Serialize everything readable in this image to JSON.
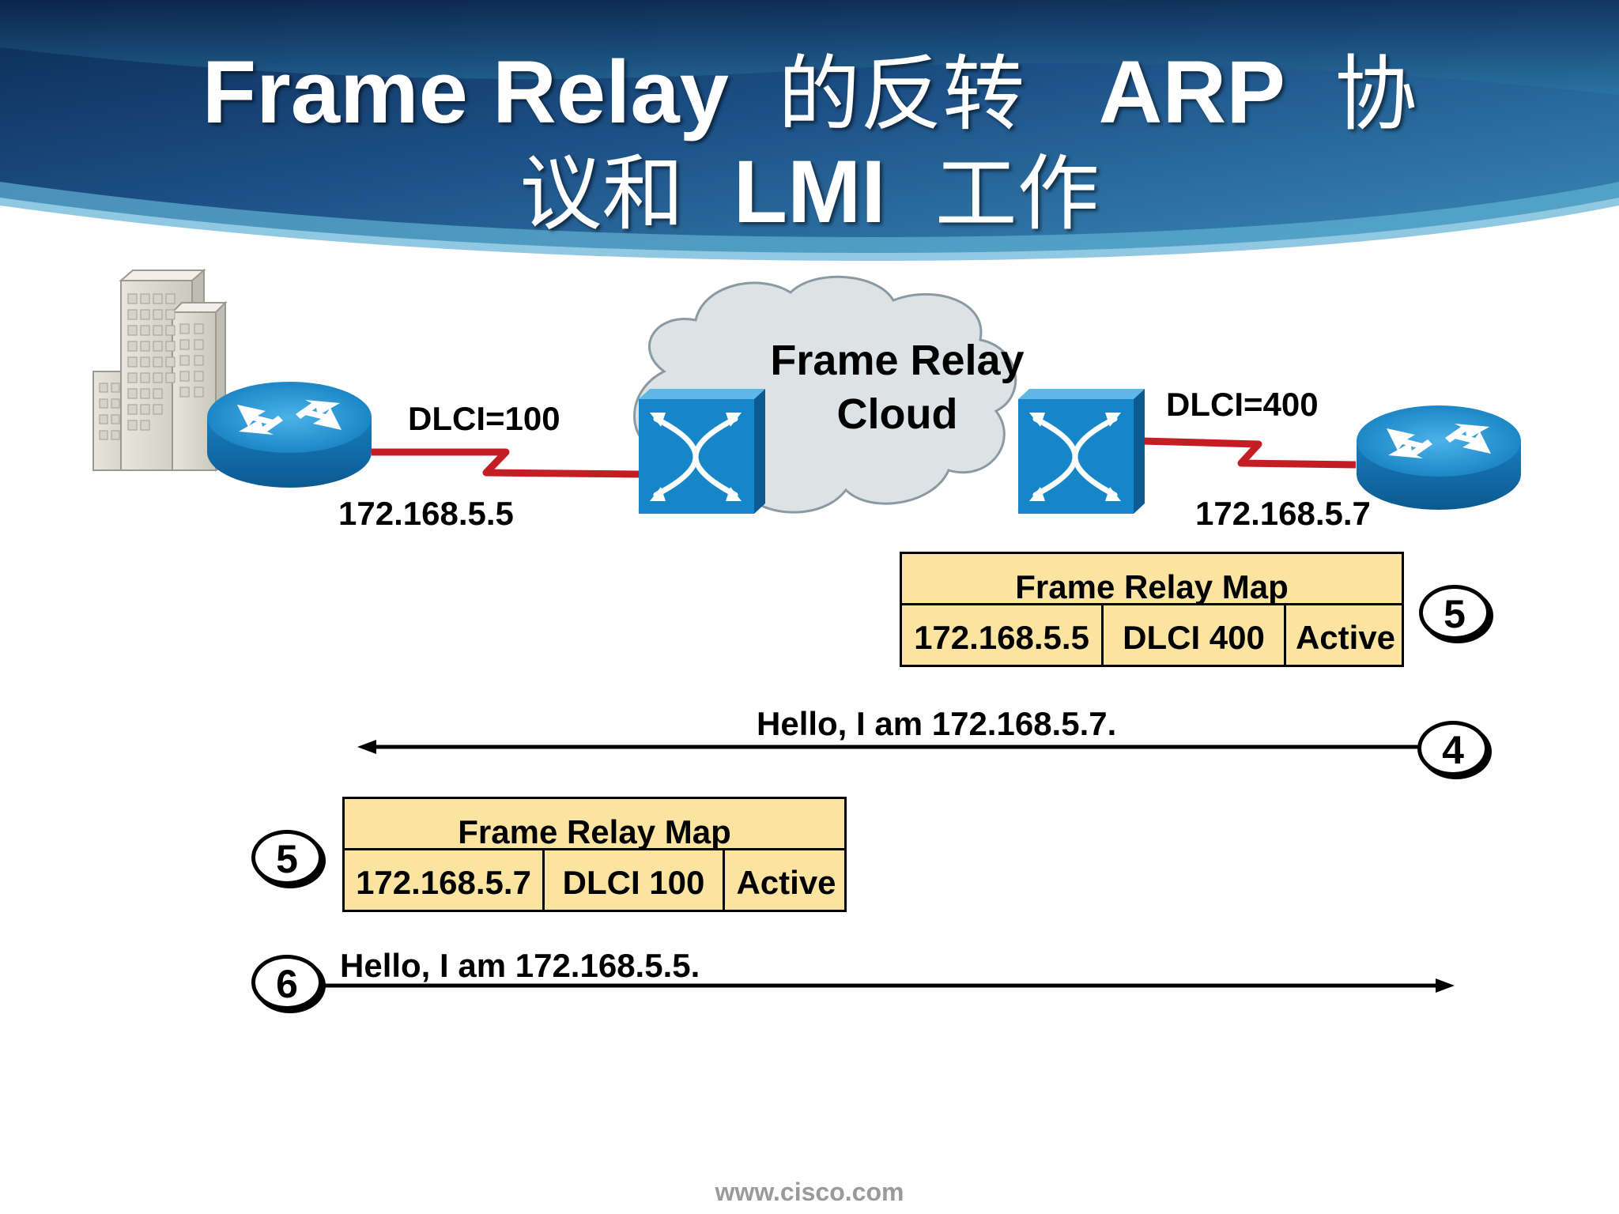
{
  "slide": {
    "title_en1": "Frame Relay",
    "title_cjk1": "的反转",
    "title_en2": "ARP",
    "title_cjk2": "协",
    "title_cjk3": "议和",
    "title_en3": "LMI",
    "title_cjk4": "工作",
    "footer": "www.cisco.com"
  },
  "cloud": {
    "line1": "Frame Relay",
    "line2": "Cloud"
  },
  "left_router": {
    "dlci": "DLCI=100",
    "ip": "172.168.5.5"
  },
  "right_router": {
    "dlci": "DLCI=400",
    "ip": "172.168.5.7"
  },
  "map_right": {
    "step": "5",
    "header": "Frame Relay Map",
    "ip": "172.168.5.5",
    "dlci": "DLCI  400",
    "status": "Active"
  },
  "msg_right_to_left": {
    "step": "4",
    "text": "Hello, I am 172.168.5.7."
  },
  "map_left": {
    "step": "5",
    "header": "Frame Relay Map",
    "ip": "172.168.5.7",
    "dlci": "DLCI  100",
    "status": "Active"
  },
  "msg_left_to_right": {
    "step": "6",
    "text": "Hello, I am 172.168.5.5."
  },
  "colors": {
    "link": "#c41e24",
    "map_fill": "#fbe3a0",
    "device_blue": "#1686c8",
    "cloud_fill": "#dde2e5"
  }
}
